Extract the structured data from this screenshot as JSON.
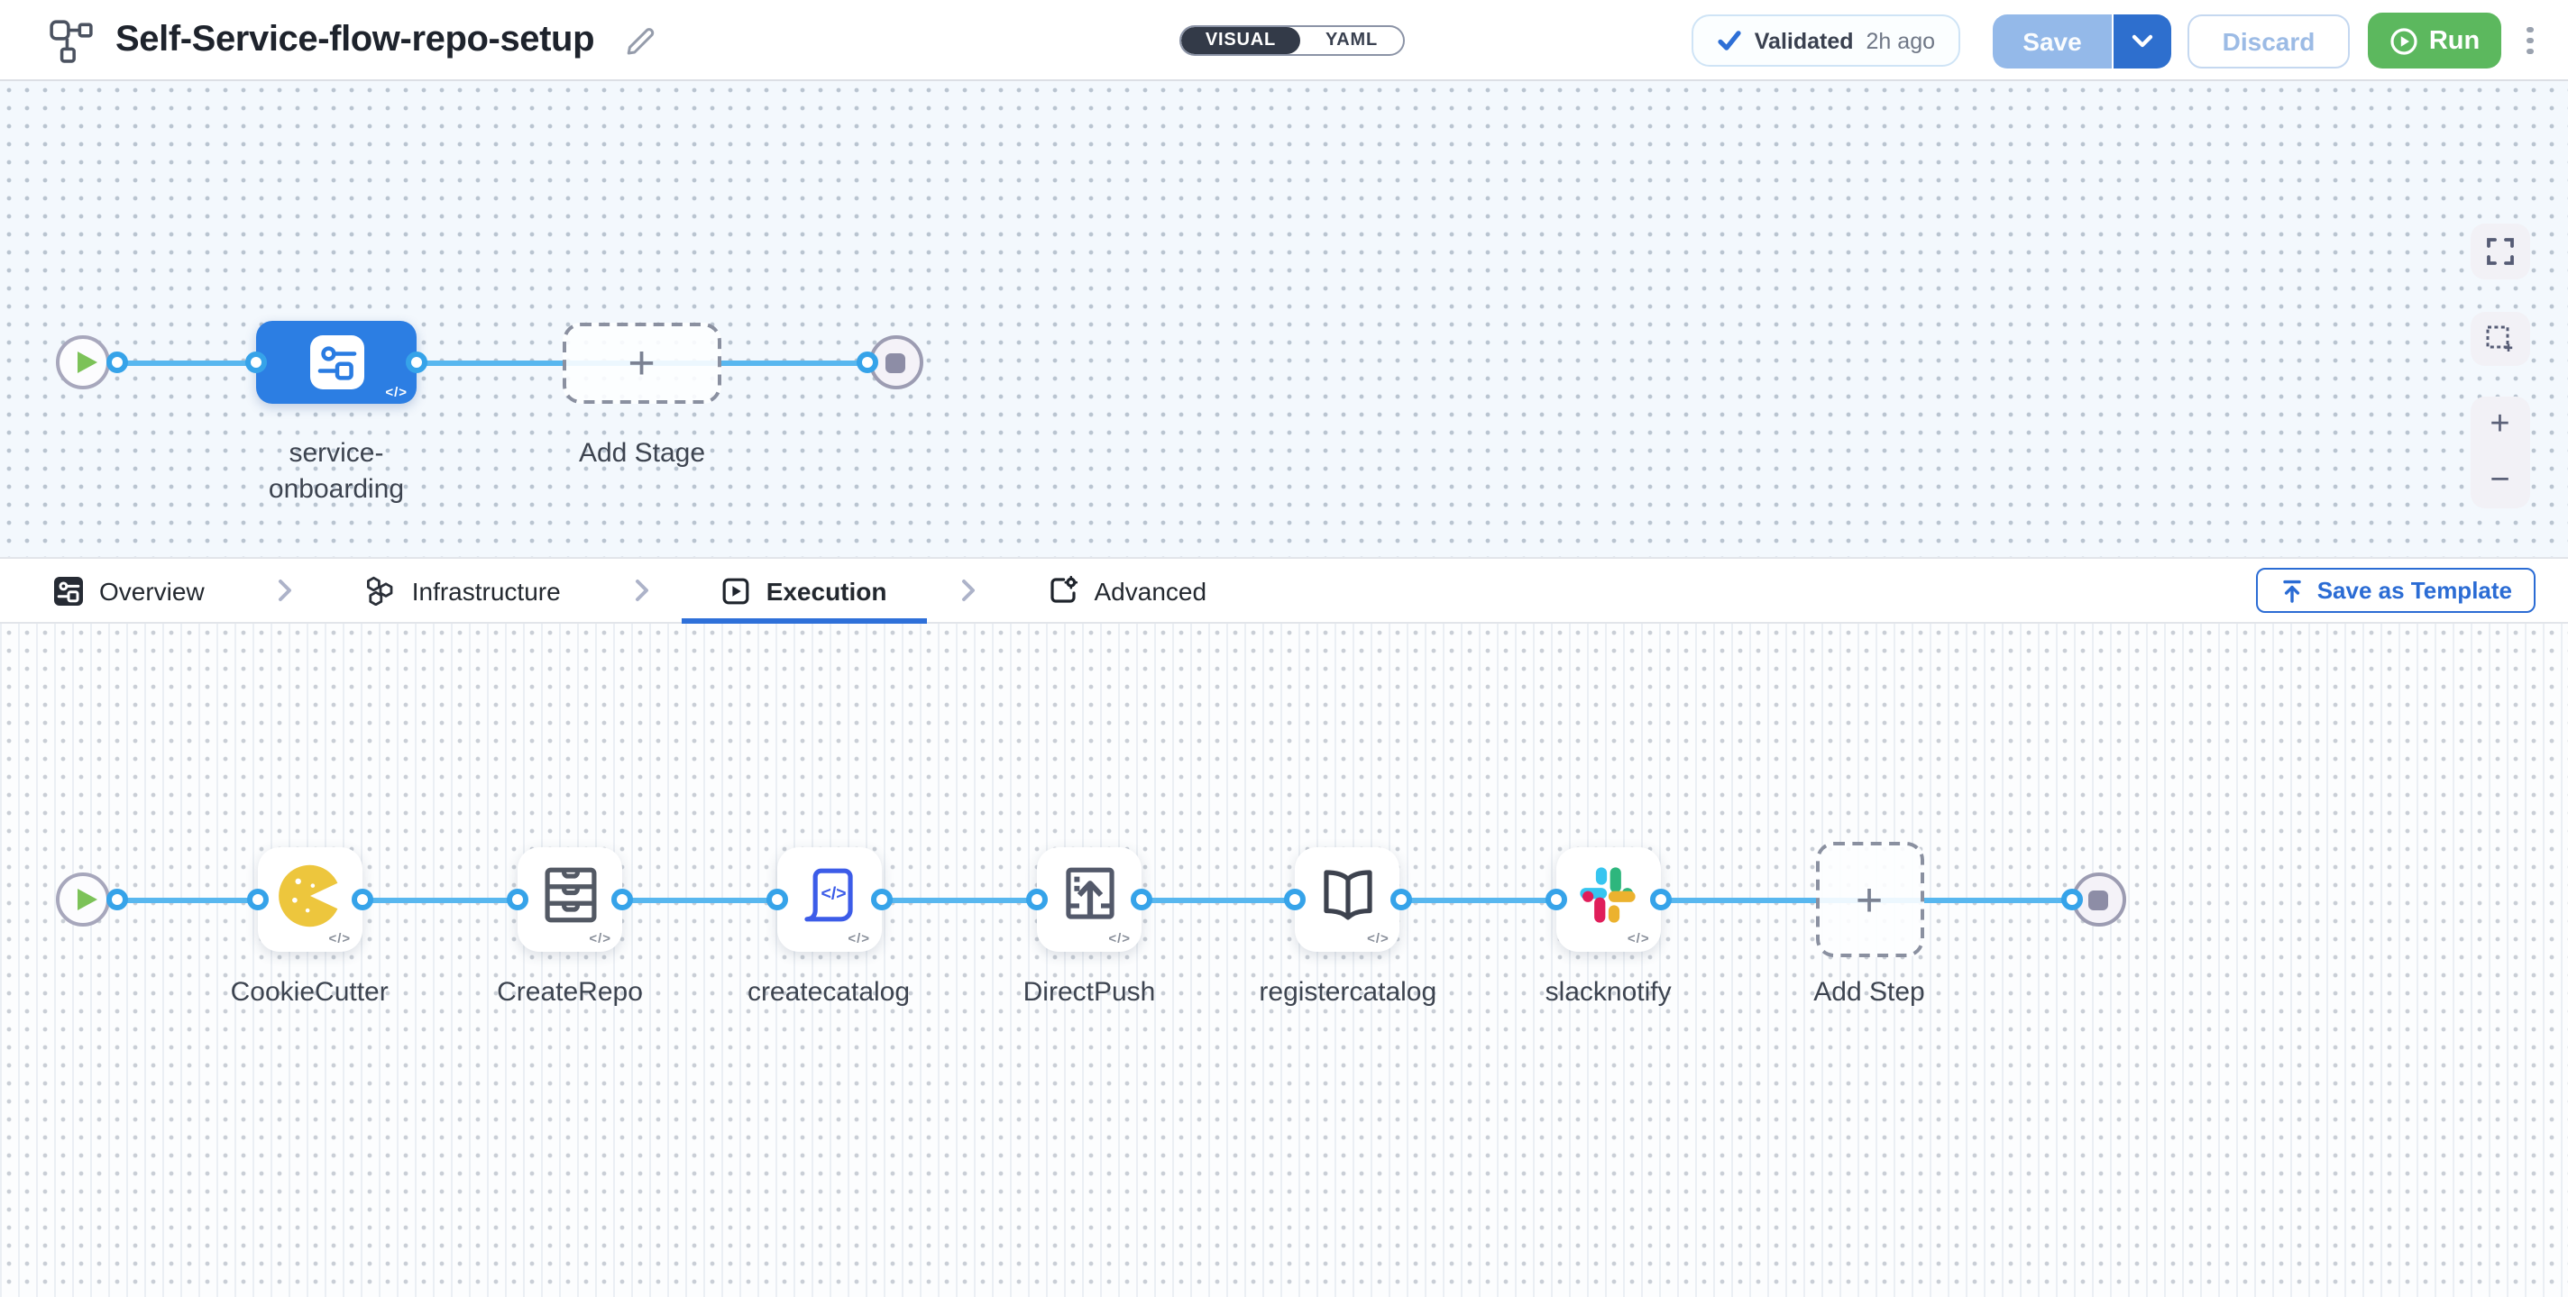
{
  "header": {
    "title": "Self-Service-flow-repo-setup",
    "mode_toggle": {
      "visual_label": "VISUAL",
      "yaml_label": "YAML",
      "selected": "VISUAL"
    },
    "validation_badge": {
      "label": "Validated",
      "time_ago": "2h ago"
    },
    "save_button": "Save",
    "discard_button": "Discard",
    "run_button": "Run"
  },
  "stage_canvas": {
    "stage_label": "service-onboarding",
    "add_stage_label": "Add Stage"
  },
  "tabs": {
    "items": [
      {
        "label": "Overview",
        "icon": "stage-overview-icon",
        "active": false
      },
      {
        "label": "Infrastructure",
        "icon": "hexagons-icon",
        "active": false
      },
      {
        "label": "Execution",
        "icon": "play-square-icon",
        "active": true
      },
      {
        "label": "Advanced",
        "icon": "file-gear-icon",
        "active": false
      }
    ],
    "save_as_template_button": "Save as Template"
  },
  "execution_canvas": {
    "steps": [
      {
        "label": "CookieCutter",
        "icon": "cookiecutter-icon"
      },
      {
        "label": "CreateRepo",
        "icon": "drawers-icon"
      },
      {
        "label": "createcatalog",
        "icon": "code-document-icon"
      },
      {
        "label": "DirectPush",
        "icon": "upload-box-icon"
      },
      {
        "label": "registercatalog",
        "icon": "open-book-icon"
      },
      {
        "label": "slacknotify",
        "icon": "slack-icon"
      }
    ],
    "add_step_label": "Add Step"
  },
  "glyphs": {
    "plus": "+",
    "minus": "−",
    "code": "</>"
  },
  "colors": {
    "accent_blue": "#2e70d9",
    "stage_node_blue": "#2c7ee3",
    "connector_blue": "#58b7ef",
    "port_blue": "#36a3e9",
    "run_green": "#5cb85e",
    "save_disabled_blue": "#94b9e9",
    "save_caret_blue": "#2e6fce",
    "cookie_yellow": "#edc63d",
    "slack_palette": [
      "#36C5F0",
      "#2EB67D",
      "#ECB22E",
      "#E01E5A"
    ]
  }
}
